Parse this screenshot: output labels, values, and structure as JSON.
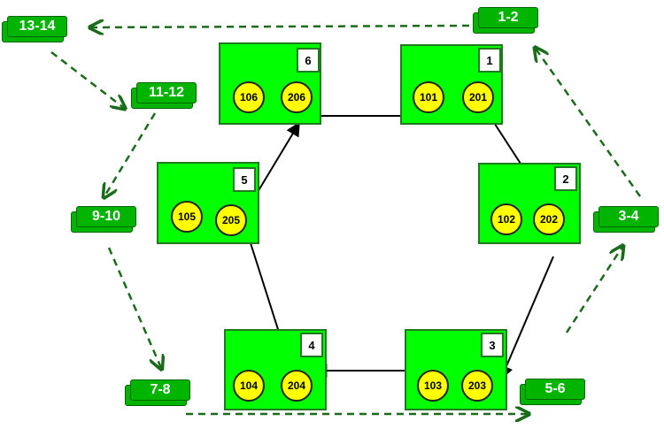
{
  "colors": {
    "node_fill": "#00ff00",
    "node_border": "#1f7a1f",
    "slot_fill": "#ffff00",
    "tag_fill": "#00b400",
    "solid_arrow": "#000000",
    "dashed_arrow": "#1a6b1a"
  },
  "nodes": [
    {
      "id": "n6",
      "number": "6",
      "slots": [
        "106",
        "206"
      ]
    },
    {
      "id": "n1",
      "number": "1",
      "slots": [
        "101",
        "201"
      ]
    },
    {
      "id": "n5",
      "number": "5",
      "slots": [
        "105",
        "205"
      ]
    },
    {
      "id": "n2",
      "number": "2",
      "slots": [
        "102",
        "202"
      ]
    },
    {
      "id": "n4",
      "number": "4",
      "slots": [
        "104",
        "204"
      ]
    },
    {
      "id": "n3",
      "number": "3",
      "slots": [
        "103",
        "203"
      ]
    }
  ],
  "tags": [
    {
      "id": "t13",
      "label": "13-14"
    },
    {
      "id": "t1",
      "label": "1-2"
    },
    {
      "id": "t11",
      "label": "11-12"
    },
    {
      "id": "t9",
      "label": "9-10"
    },
    {
      "id": "t3",
      "label": "3-4"
    },
    {
      "id": "t7",
      "label": "7-8"
    },
    {
      "id": "t5",
      "label": "5-6"
    }
  ],
  "solid_flow": [
    "206 → 201",
    "201 → 202",
    "202 → 203",
    "203 → 204",
    "204 → 205",
    "205 → 206"
  ],
  "dashed_flow": [
    "1-2 → 13-14",
    "13-14 → 11-12",
    "11-12 → 9-10",
    "9-10 → 7-8",
    "7-8 → 5-6",
    "5-6 → 3-4",
    "3-4 → 1-2"
  ]
}
